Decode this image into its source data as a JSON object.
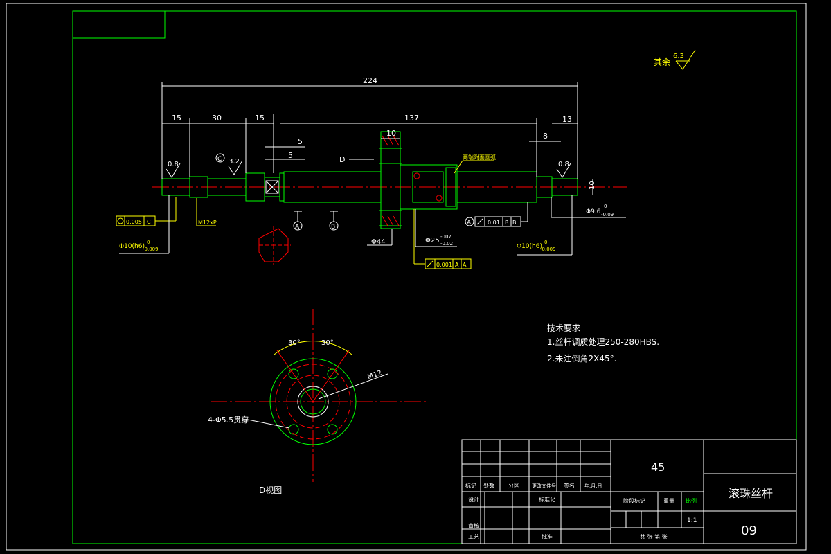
{
  "roughness_general": {
    "label": "其余",
    "value": "6.3"
  },
  "dims": {
    "overall": "224",
    "d15a": "15",
    "d30": "30",
    "d15b": "15",
    "d137": "137",
    "d13": "13",
    "d5a": "5",
    "d5b": "5",
    "d10w": "10",
    "d8": "8",
    "d10h": "10"
  },
  "roughness": {
    "left": "0.8",
    "mid": "3.2",
    "right": "0.8"
  },
  "labels": {
    "view_letter": "D",
    "datum_c": "C",
    "thread_note": "M12xP",
    "ballscrew_note": "两端附面圆弧",
    "dia44": "Φ44",
    "dia25": "Φ25",
    "dia25_up": "-007",
    "dia25_lo": "-0.02",
    "dia10_left": "Φ10(h6)",
    "dia10_left_up": "0",
    "dia10_left_lo": "-0.009",
    "dia10_right": "Φ10(h6)",
    "dia10_right_up": "0",
    "dia10_right_lo": "-0.009",
    "dia96": "Φ9.6",
    "dia96_up": "0",
    "dia96_lo": "-0.09",
    "datum_a": "A",
    "datum_b": "B"
  },
  "tolerances": {
    "cyl": {
      "val": "0.005",
      "ref": "C"
    },
    "runout1": {
      "val": "0.01",
      "ref1": "B",
      "ref2": "B'"
    },
    "runout2": {
      "val": "0.001",
      "ref1": "A",
      "ref2": "A'"
    }
  },
  "flange_view": {
    "angle1": "30°",
    "angle2": "30°",
    "thread": "M12",
    "holes": "4-Φ5.5贯穿",
    "caption": "D视图"
  },
  "tech_req": {
    "title": "技术要求",
    "line1": "1.丝杆调质处理250-280HBS.",
    "line2": "2.未注倒角2X45°."
  },
  "title_block": {
    "material": "45",
    "part_name": "滚珠丝杆",
    "drawing_no": "09",
    "h_mark": "标记",
    "h_count": "处数",
    "h_zone": "分区",
    "h_doc": "更改文件号",
    "h_sign": "签名",
    "h_date": "年.月.日",
    "design": "设计",
    "standard": "标准化",
    "review": "审核",
    "process": "工艺",
    "approve": "批准",
    "stage": "阶段标记",
    "weight": "重量",
    "scale_label": "比例",
    "scale": "1:1",
    "sheets": "共 张 第 张"
  }
}
